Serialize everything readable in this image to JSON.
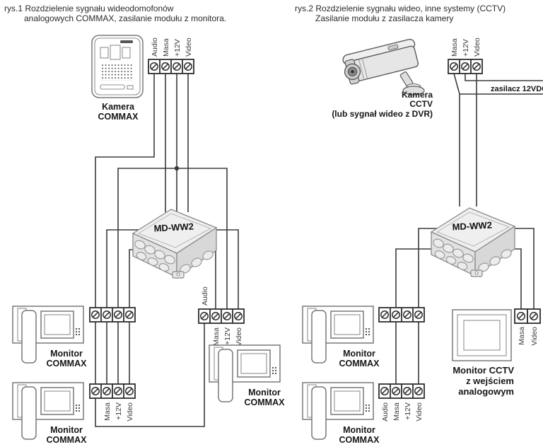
{
  "fig1": {
    "title_line1": "rys.1 Rozdzielenie sygnału wideodomofonów",
    "title_line2": "analogowych COMMAX, zasilanie modułu z monitora.",
    "camera_caption_line1": "Kamera",
    "camera_caption_line2": "COMMAX",
    "camera_terminals": [
      "Audio",
      "Masa",
      "+12V",
      "Video"
    ],
    "module_label": "MD-WW2",
    "monitor_caption_line1": "Monitor",
    "monitor_caption_line2": "COMMAX",
    "monitor2_terminal_labels": [
      "Masa",
      "+12V",
      "Video"
    ],
    "right_block_top_label": "Audio",
    "right_block_bottom_labels": [
      "Masa",
      "+12V",
      "Video"
    ]
  },
  "fig2": {
    "title_line1": "rys.2 Rozdzielenie sygnału wideo, inne systemy (CCTV)",
    "title_line2": "Zasilanie modułu z zasilacza kamery",
    "camera_caption_line1": "Kamera",
    "camera_caption_line2": "CCTV",
    "camera_caption_line3": "(lub sygnał wideo z DVR)",
    "camera_terminals": [
      "Masa",
      "+12V",
      "Video"
    ],
    "psu_label": "zasilacz 12VDC",
    "module_label": "MD-WW2",
    "monitor_caption_line1": "Monitor",
    "monitor_caption_line2": "COMMAX",
    "monitor2_terminal_labels": [
      "Audio",
      "Masa",
      "+12V",
      "Video"
    ],
    "cctv_monitor_terminals": [
      "Masa",
      "Video"
    ],
    "cctv_monitor_caption_line1": "Monitor CCTV",
    "cctv_monitor_caption_line2": "z wejściem",
    "cctv_monitor_caption_line3": "analogowym"
  },
  "colors": {
    "wire": "#3b3b3b",
    "text": "#1f1f1f",
    "background": "#ffffff"
  }
}
